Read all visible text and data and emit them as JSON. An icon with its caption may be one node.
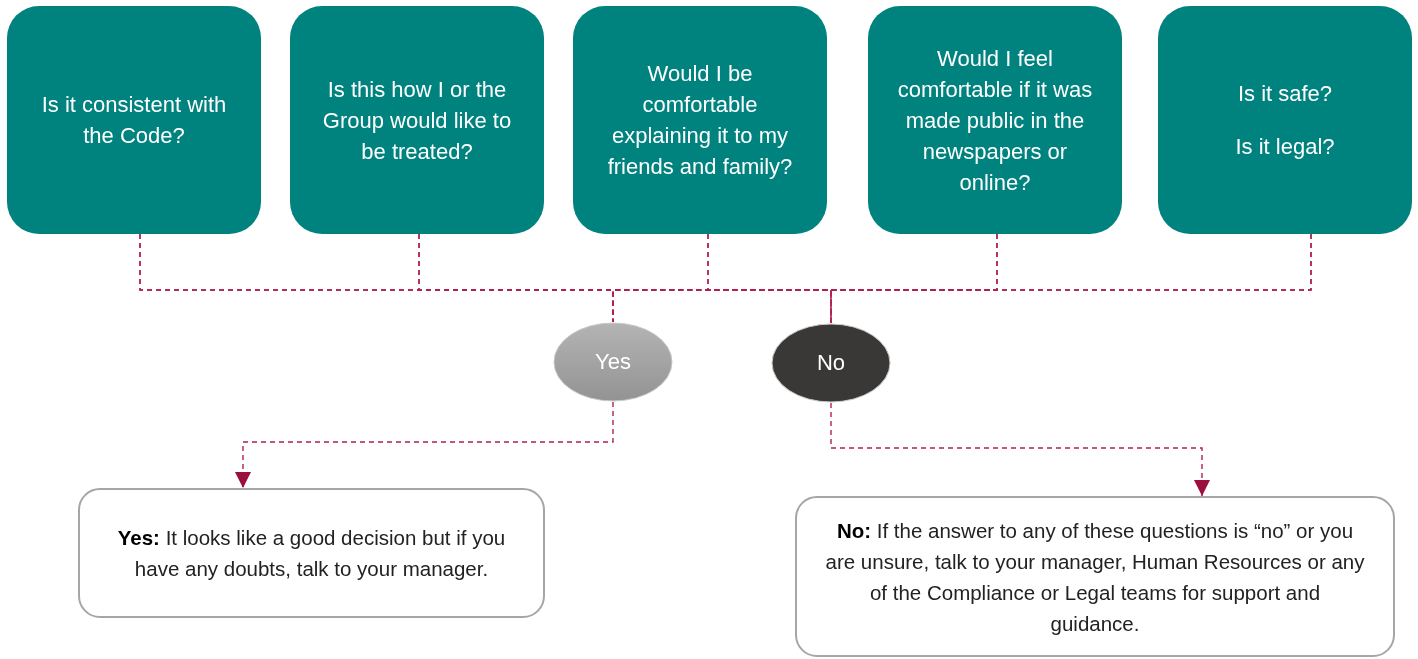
{
  "diagram": {
    "nodes": [
      {
        "text": [
          "Is it consistent with the Code?"
        ]
      },
      {
        "text": [
          "Is this how I or the Group would like to be treated?"
        ]
      },
      {
        "text": [
          "Would I be comfortable explaining it to my friends and family?"
        ]
      },
      {
        "text": [
          "Would I feel comfortable if it was made public in the newspapers or online?"
        ]
      },
      {
        "text": [
          "Is it safe?",
          "Is it legal?"
        ]
      },
      {
        "text": [
          "Yes"
        ]
      },
      {
        "text": [
          "No"
        ]
      },
      {
        "text": [
          "**Yes:** It looks like a good decision but if you have any doubts, talk to your manager."
        ]
      },
      {
        "text": [
          "**No:** If the answer to any of these questions is “no” or you are unsure, talk to your manager, Human Resources or any of the Compliance or Legal teams for support and guidance."
        ]
      }
    ],
    "edges": [
      {
        "from": 0,
        "to": 5,
        "arrow": "none",
        "style": "dashed"
      },
      {
        "from": 1,
        "to": 5,
        "arrow": "none",
        "style": "dashed"
      },
      {
        "from": 2,
        "to": 5,
        "arrow": "none",
        "style": "dashed"
      },
      {
        "from": 3,
        "to": 5,
        "arrow": "none",
        "style": "dashed"
      },
      {
        "from": 4,
        "to": 5,
        "arrow": "none",
        "style": "dashed"
      },
      {
        "from": 0,
        "to": 6,
        "arrow": "none",
        "style": "dashed"
      },
      {
        "from": 1,
        "to": 6,
        "arrow": "none",
        "style": "dashed"
      },
      {
        "from": 2,
        "to": 6,
        "arrow": "none",
        "style": "dashed"
      },
      {
        "from": 3,
        "to": 6,
        "arrow": "none",
        "style": "dashed"
      },
      {
        "from": 4,
        "to": 6,
        "arrow": "none",
        "style": "dashed"
      },
      {
        "from": 5,
        "to": 7,
        "arrow": "to",
        "style": "dashed"
      },
      {
        "from": 6,
        "to": 8,
        "arrow": "to",
        "style": "dashed"
      }
    ]
  }
}
